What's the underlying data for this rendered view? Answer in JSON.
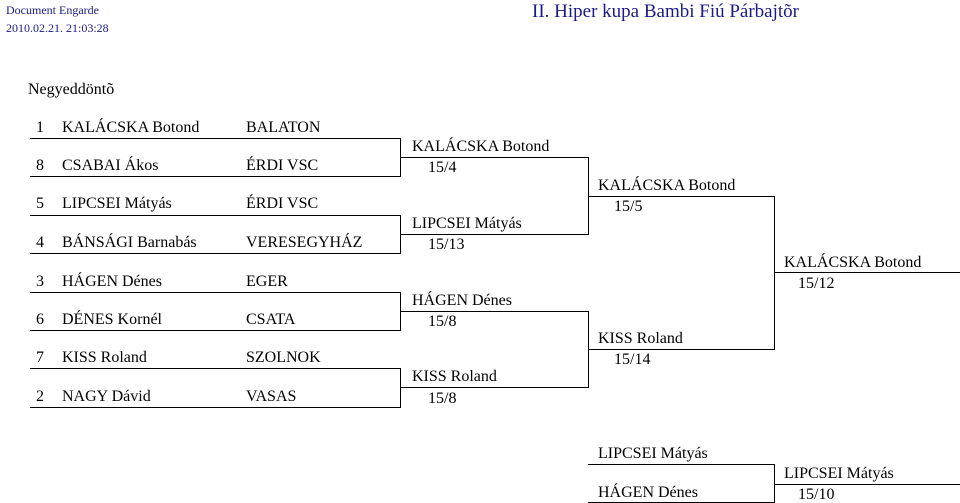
{
  "header": {
    "software": "Document Engarde",
    "timestamp": "2010.02.21. 21:03:28",
    "title": "II. Hiper kupa Bambi Fiú Párbajtõr"
  },
  "bracket": {
    "round_label": "Negyeddöntõ",
    "entries": [
      {
        "seed": "1",
        "name": "KALÁCSKA Botond",
        "club": "BALATON"
      },
      {
        "seed": "8",
        "name": "CSABAI Ákos",
        "club": "ÉRDI VSC"
      },
      {
        "seed": "5",
        "name": "LIPCSEI Mátyás",
        "club": "ÉRDI VSC"
      },
      {
        "seed": "4",
        "name": "BÁNSÁGI Barnabás",
        "club": "VERESEGYHÁZ"
      },
      {
        "seed": "3",
        "name": "HÁGEN Dénes",
        "club": "EGER"
      },
      {
        "seed": "6",
        "name": "DÉNES Kornél",
        "club": "CSATA"
      },
      {
        "seed": "7",
        "name": "KISS Roland",
        "club": "SZOLNOK"
      },
      {
        "seed": "2",
        "name": "NAGY Dávid",
        "club": "VASAS"
      }
    ],
    "semifinal_slots": [
      {
        "name": "KALÁCSKA Botond",
        "score": "15/4"
      },
      {
        "name": "LIPCSEI Mátyás",
        "score": "15/13"
      },
      {
        "name": "HÁGEN Dénes",
        "score": "15/8"
      },
      {
        "name": "KISS Roland",
        "score": "15/8"
      }
    ],
    "final_slots": [
      {
        "name": "KALÁCSKA Botond",
        "score": "15/5"
      },
      {
        "name": "KISS Roland",
        "score": "15/14"
      }
    ],
    "champion": {
      "name": "KALÁCSKA Botond",
      "score": "15/12"
    }
  },
  "third_place": {
    "players": [
      "LIPCSEI Mátyás",
      "HÁGEN Dénes"
    ],
    "winner": {
      "name": "LIPCSEI Mátyás",
      "score": "15/10"
    }
  }
}
